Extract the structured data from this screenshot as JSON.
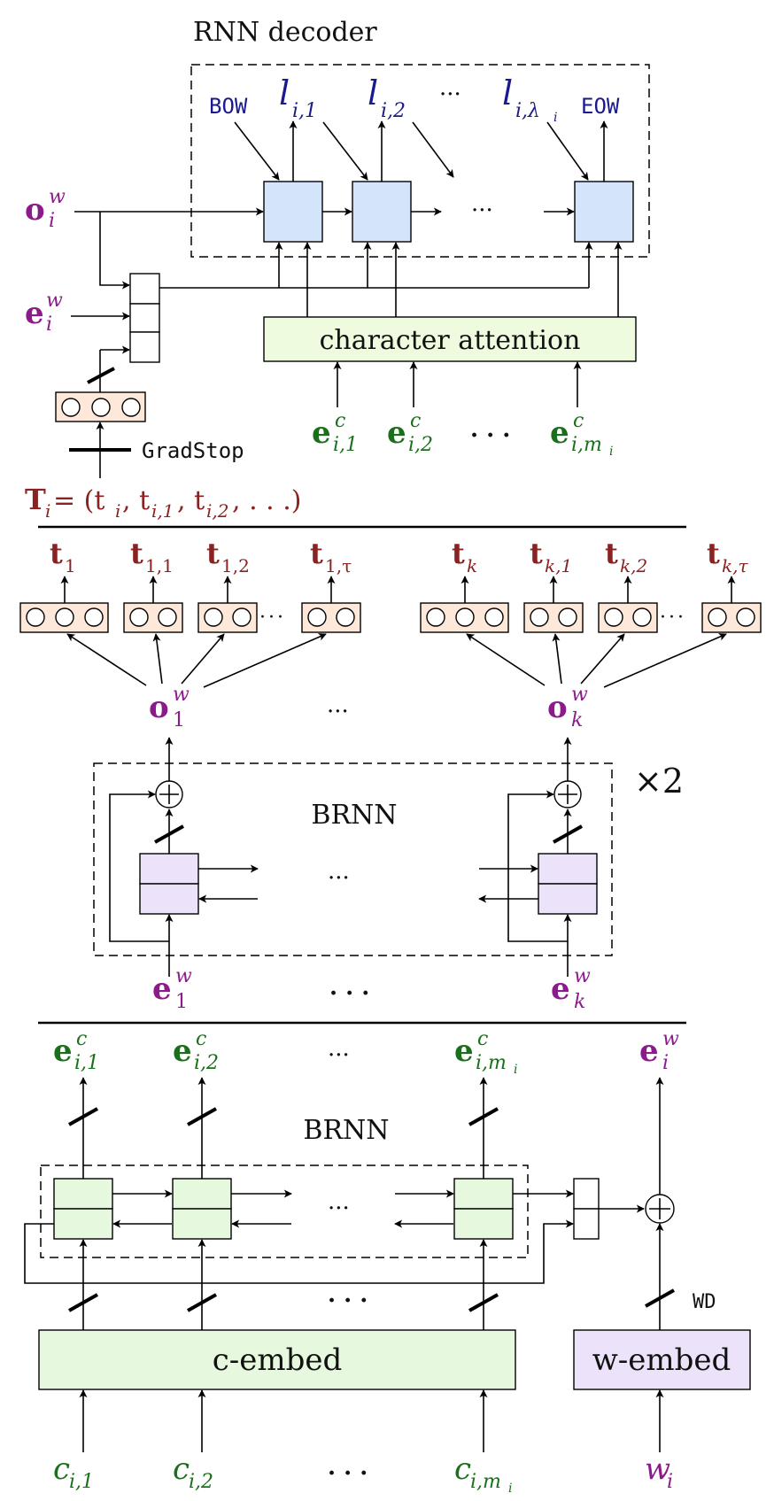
{
  "colors": {
    "decoder_cell": "#d4e4fb",
    "attention_fill": "#eefbdf",
    "green_cell": "#e6f8dd",
    "purple_cell": "#ece3fb",
    "orange_vec": "#fde8da",
    "purple_text": "#8b1a8b",
    "green_text": "#1a701a",
    "red_text": "#8b2222",
    "navy_text": "#1a1a8c"
  },
  "decoder": {
    "title": "RNN decoder",
    "bow": "BOW",
    "eow": "EOW",
    "l1_base": "l",
    "l1_sub": "i,1",
    "l2_base": "l",
    "l2_sub": "i,2",
    "ln_base": "l",
    "ln_sub": "i,λ",
    "ln_subsub": "i",
    "dots_top": "···",
    "dots_mid": "···",
    "attention_label": "character attention",
    "o_base": "o",
    "o_sup": "w",
    "o_sub": "i",
    "e_base": "e",
    "e_sup": "w",
    "e_sub": "i",
    "ec1_base": "e",
    "ec1_sup": "c",
    "ec1_sub": "i,1",
    "ec2_base": "e",
    "ec2_sup": "c",
    "ec2_sub": "i,2",
    "ecm_base": "e",
    "ecm_sup": "c",
    "ecm_sub": "i,m",
    "ecm_subsub": "i",
    "dots_chars": "· · ·",
    "gradstop": "GradStop"
  },
  "tags": {
    "tuple_text": "T",
    "tuple_sub": "i",
    "tuple_rest": " = (t",
    "tuple_rest_sub": "i",
    "tuple_t1": ", t",
    "tuple_t1_sub": "i,1",
    "tuple_t2": ", t",
    "tuple_t2_sub": "i,2",
    "tuple_end": ", . . .)",
    "t_base": "t",
    "t1_sub": "1",
    "t11_sub": "1,1",
    "t12_sub": "1,2",
    "t1tau_sub": "1,τ",
    "tk_sub": "k",
    "tk1_sub": "k,1",
    "tk2_sub": "k,2",
    "tktau_sub": "k,τ",
    "o1_base": "o",
    "o1_sup": "w",
    "o1_sub": "1",
    "ok_base": "o",
    "ok_sup": "w",
    "ok_sub": "k",
    "dots_o": "···",
    "dots_vec": "·",
    "times2": "×2",
    "brnn": "BRNN",
    "dots_brnn": "···",
    "e1_base": "e",
    "e1_sup": "w",
    "e1_sub": "1",
    "ek_base": "e",
    "ek_sup": "w",
    "ek_sub": "k",
    "dots_e": "· · ·"
  },
  "encoder": {
    "ec1_base": "e",
    "ec1_sup": "c",
    "ec1_sub": "i,1",
    "ec2_base": "e",
    "ec2_sup": "c",
    "ec2_sub": "i,2",
    "ecm_base": "e",
    "ecm_sup": "c",
    "ecm_sub": "i,m",
    "ecm_subsub": "i",
    "ew_base": "e",
    "ew_sup": "w",
    "ew_sub": "i",
    "dots_top": "···",
    "brnn": "BRNN",
    "dots_mid": "···",
    "dots_low": "· · ·",
    "wd": "WD",
    "cembed": "c-embed",
    "wembed": "w-embed",
    "c1_base": "c",
    "c1_sub": "i,1",
    "c2_base": "c",
    "c2_sub": "i,2",
    "cm_base": "c",
    "cm_sub": "i,m",
    "cm_subsub": "i",
    "dots_c": "· · ·",
    "w_base": "w",
    "w_sub": "i"
  }
}
